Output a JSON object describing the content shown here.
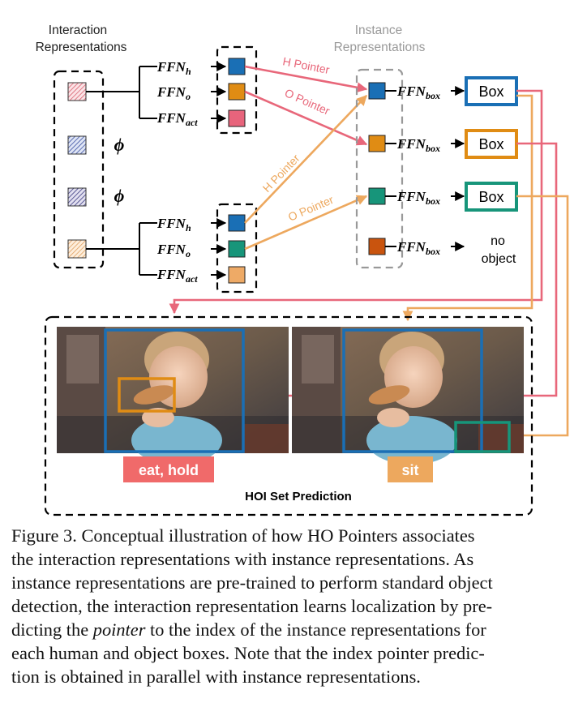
{
  "colors": {
    "blue": "#1a6fb5",
    "orange": "#e08c14",
    "pink": "#e8647c",
    "green": "#17957a",
    "dark_orange": "#c9540e",
    "light_orange": "#eeaa66",
    "pointer_pink": "#e8677a",
    "pointer_orange": "#eda85e",
    "dash_gray": "#999999"
  },
  "figure": {
    "interaction_title_line1": "Interaction",
    "interaction_title_line2": "Representations",
    "instance_title_line1": "Instance",
    "instance_title_line2": "Representations",
    "phi": "ϕ",
    "ffn_h": {
      "base": "FFN",
      "sub": "h"
    },
    "ffn_o": {
      "base": "FFN",
      "sub": "o"
    },
    "ffn_act": {
      "base": "FFN",
      "sub": "act"
    },
    "ffn_box": {
      "base": "FFN",
      "sub": "box"
    },
    "h_pointer": "H Pointer",
    "o_pointer": "O Pointer",
    "box_label": "Box",
    "no_object_line1": "no",
    "no_object_line2": "object",
    "label_left": "eat, hold",
    "label_right": "sit",
    "hoi_title": "HOI Set Prediction"
  },
  "caption": {
    "label": "Figure 3.",
    "lines": [
      "Conceptual illustration of how HO Pointers associates",
      "the interaction representations with instance representations. As",
      "instance representations are pre-trained to perform standard object",
      "detection, the interaction representation learns localization by pre-",
      "to the index of the instance representations for",
      "each human and object boxes. Note that the index pointer predic-",
      "tion is obtained in parallel with instance representations."
    ],
    "line4_prefix": "dicting the",
    "emphasis": "pointer"
  }
}
